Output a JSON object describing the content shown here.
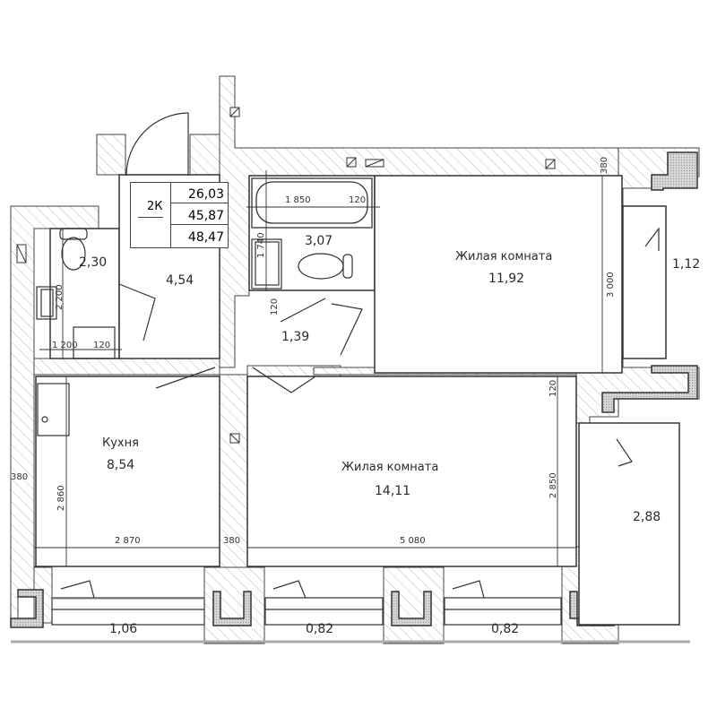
{
  "plan": {
    "type": "apartment-floor-plan",
    "summary": {
      "rooms_code": "2К",
      "living_area": "26,03",
      "total_area": "45,87",
      "total_area_with_balconies": "48,47"
    },
    "rooms": {
      "bathroom_small": {
        "area": "2,30"
      },
      "hallway": {
        "area": "4,54"
      },
      "bathroom": {
        "area": "3,07"
      },
      "corridor": {
        "area": "1,39"
      },
      "living_room_1": {
        "name": "Жилая комната",
        "area": "11,92"
      },
      "balcony_right_top": {
        "area": "1,12"
      },
      "kitchen": {
        "name": "Кухня",
        "area": "8,54"
      },
      "living_room_2": {
        "name": "Жилая комната",
        "area": "14,11"
      },
      "balcony_right": {
        "area": "2,88"
      },
      "balcony_bottom_1": {
        "area": "1,06"
      },
      "balcony_bottom_2": {
        "area": "0,82"
      },
      "balcony_bottom_3": {
        "area": "0,82"
      }
    },
    "dimensions": {
      "bath_length": "1 850",
      "bath_gap": "120",
      "bath_depth": "1 740",
      "corridor_wall": "120",
      "wc_height": "2 200",
      "wc_width": "1 200",
      "wc_gap": "120",
      "room1_depth": "3 000",
      "room1_wall": "380",
      "room2_wall": "120",
      "kitchen_height": "2 860",
      "kitchen_width": "2 870",
      "kitchen_wall": "380",
      "partition": "380",
      "room2_width": "5 080",
      "room2_height": "2 850"
    },
    "colors": {
      "wall_line": "#333333",
      "hatch": "#b8b8b8",
      "insulation": "#cfcfcf",
      "text": "#2a2a2a"
    }
  }
}
